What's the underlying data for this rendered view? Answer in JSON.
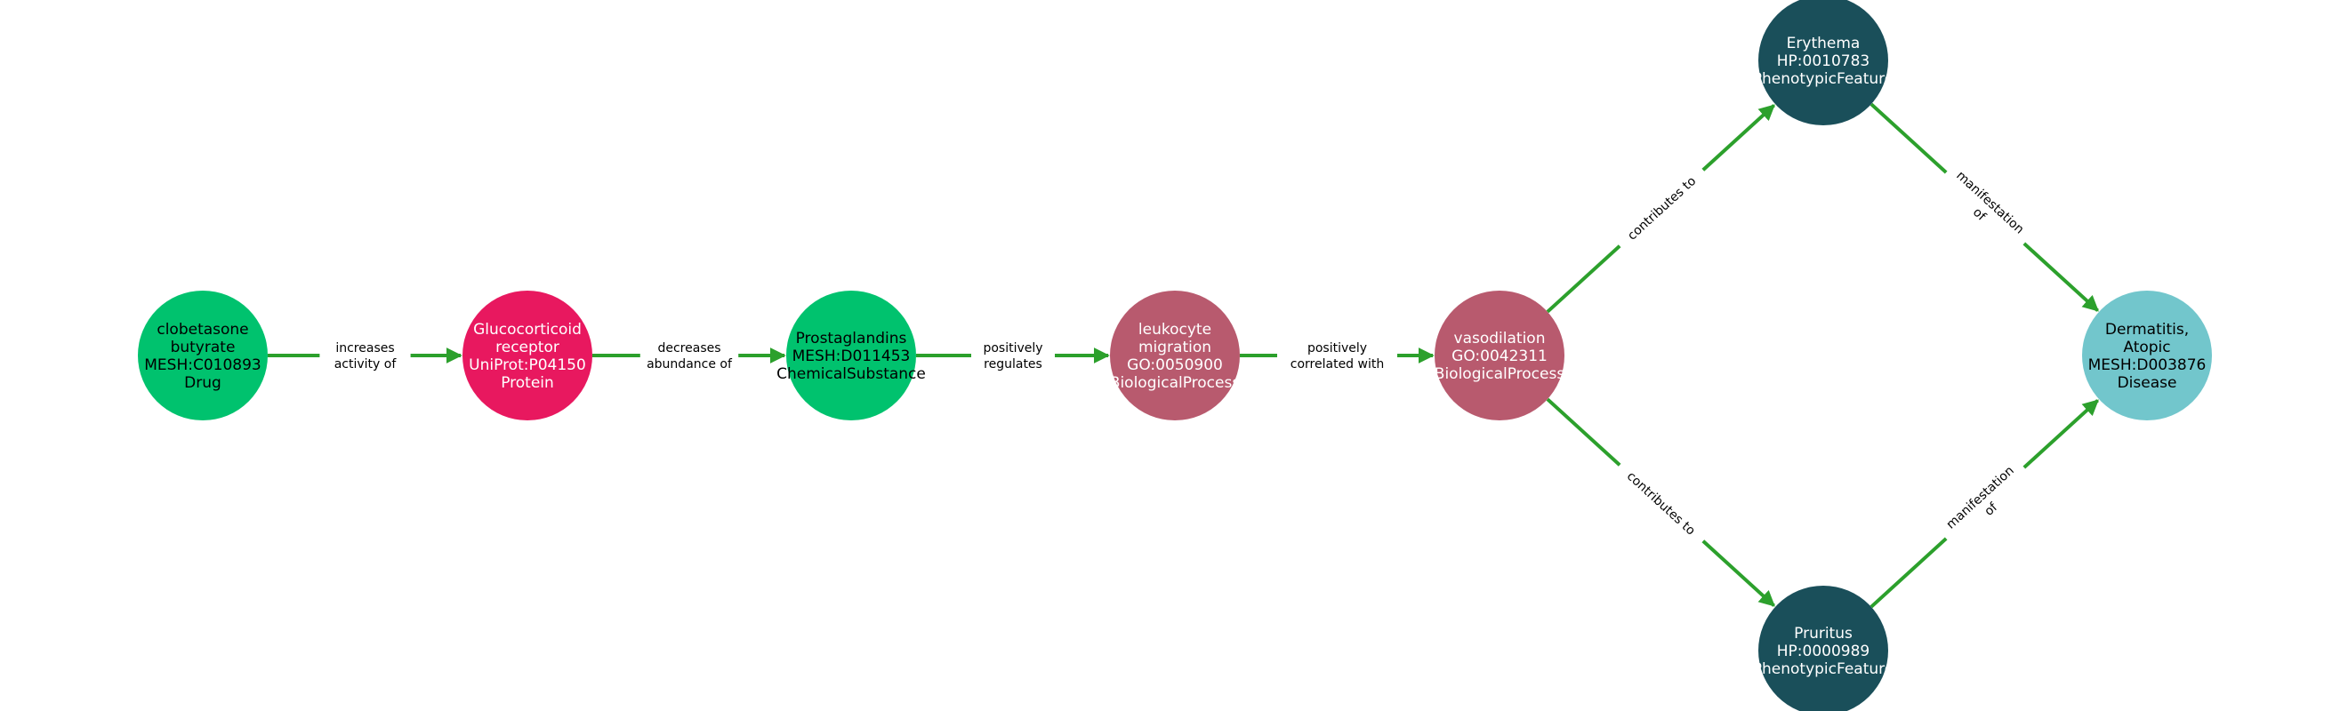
{
  "colors": {
    "edge": "#2ca02c",
    "Drug": "#00c26e",
    "Protein": "#e8185f",
    "ChemicalSubstance": "#00c26e",
    "BiologicalProcess": "#b85a6e",
    "PhenotypicFeature": "#1a4f5a",
    "Disease": "#72c6cc"
  },
  "nodes": [
    {
      "id": "clobetasone",
      "type": "Drug",
      "lines": [
        "clobetasone",
        "butyrate",
        "MESH:C010893",
        "Drug"
      ]
    },
    {
      "id": "glucocorticoid",
      "type": "Protein",
      "lines": [
        "Glucocorticoid",
        "receptor",
        "UniProt:P04150",
        "Protein"
      ]
    },
    {
      "id": "prostaglandins",
      "type": "ChemicalSubstance",
      "lines": [
        "Prostaglandins",
        "MESH:D011453",
        "ChemicalSubstance"
      ]
    },
    {
      "id": "leukocyte",
      "type": "BiologicalProcess",
      "lines": [
        "leukocyte",
        "migration",
        "GO:0050900",
        "BiologicalProcess"
      ]
    },
    {
      "id": "vasodilation",
      "type": "BiologicalProcess",
      "lines": [
        "vasodilation",
        "GO:0042311",
        "BiologicalProcess"
      ]
    },
    {
      "id": "erythema",
      "type": "PhenotypicFeature",
      "lines": [
        "Erythema",
        "HP:0010783",
        "PhenotypicFeature"
      ]
    },
    {
      "id": "pruritus",
      "type": "PhenotypicFeature",
      "lines": [
        "Pruritus",
        "HP:0000989",
        "PhenotypicFeature"
      ]
    },
    {
      "id": "dermatitis",
      "type": "Disease",
      "lines": [
        "Dermatitis,",
        "Atopic",
        "MESH:D003876",
        "Disease"
      ]
    }
  ],
  "edges": [
    {
      "source": "clobetasone",
      "target": "glucocorticoid",
      "lines": [
        "increases",
        "activity of"
      ]
    },
    {
      "source": "glucocorticoid",
      "target": "prostaglandins",
      "lines": [
        "decreases",
        "abundance of"
      ]
    },
    {
      "source": "prostaglandins",
      "target": "leukocyte",
      "lines": [
        "positively",
        "regulates"
      ]
    },
    {
      "source": "leukocyte",
      "target": "vasodilation",
      "lines": [
        "positively",
        "correlated with"
      ]
    },
    {
      "source": "vasodilation",
      "target": "erythema",
      "lines": [
        "contributes to"
      ]
    },
    {
      "source": "vasodilation",
      "target": "pruritus",
      "lines": [
        "contributes to"
      ]
    },
    {
      "source": "erythema",
      "target": "dermatitis",
      "lines": [
        "manifestation",
        "of"
      ]
    },
    {
      "source": "pruritus",
      "target": "dermatitis",
      "lines": [
        "manifestation",
        "of"
      ]
    }
  ]
}
